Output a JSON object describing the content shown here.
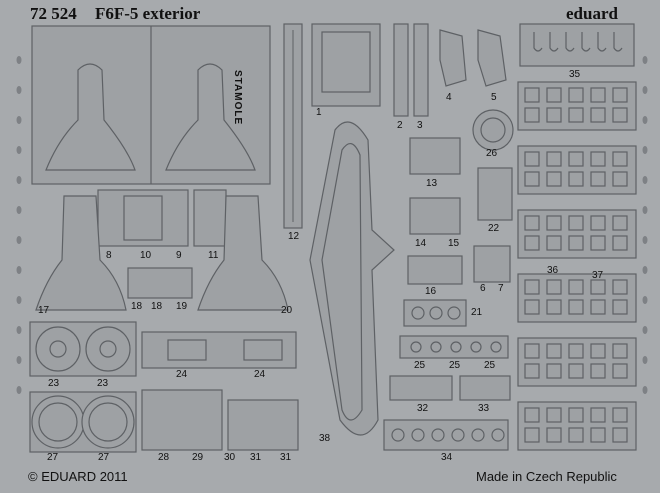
{
  "header": {
    "code": "72 524",
    "title": "F6F-5 exterior",
    "brand": "eduard"
  },
  "footer": {
    "copyright": "© EDUARD 2011",
    "origin": "Made in Czech Republic"
  },
  "stamp": "STAMOLE",
  "parts": [
    "1",
    "2",
    "3",
    "4",
    "5",
    "6",
    "7",
    "8",
    "9",
    "10",
    "11",
    "12",
    "13",
    "14",
    "15",
    "16",
    "17",
    "18",
    "18",
    "19",
    "20",
    "21",
    "22",
    "23",
    "23",
    "24",
    "24",
    "25",
    "25",
    "25",
    "26",
    "27",
    "27",
    "28",
    "29",
    "30",
    "31",
    "31",
    "32",
    "33",
    "34",
    "35",
    "36",
    "37",
    "38"
  ],
  "colors": {
    "fret": "#a7aaad",
    "part": "#9ea1a4",
    "line": "#5e6165",
    "text": "#111111"
  }
}
